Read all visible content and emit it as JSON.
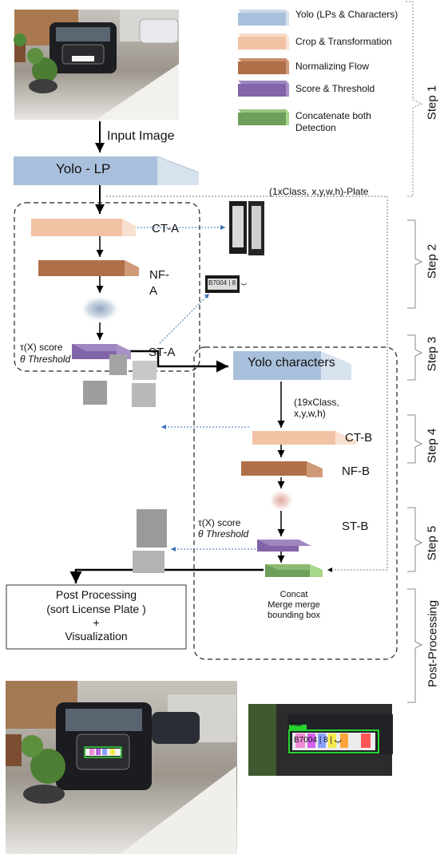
{
  "legend": [
    {
      "label": "Yolo (LPs & Characters)",
      "color": "#a9c0dc",
      "icon": "blue-block-icon"
    },
    {
      "label": "Crop & Transformation",
      "color": "#f2c2a4",
      "icon": "peach-block-icon"
    },
    {
      "label": "Normalizing Flow",
      "color": "#b06f48",
      "icon": "brown-block-icon"
    },
    {
      "label": "Score & Threshold",
      "color": "#8264a8",
      "icon": "purple-block-icon"
    },
    {
      "label": "Concatenate both Detection",
      "color": "#6f9f5a",
      "icon": "green-block-icon"
    }
  ],
  "labels": {
    "input_image": "Input Image",
    "yolo_lp": "Yolo - LP",
    "plate_output": "(1xClass, x,y,w,h)-Plate",
    "ct_a": "CT-A",
    "nf_a_line1": "NF-",
    "nf_a_line2": "A",
    "score_a": "τ(X) score",
    "threshold_a": "θ Threshold",
    "st_a": "ST-A",
    "yolo_chars": "Yolo characters",
    "char_output_line1": "(19xClass,",
    "char_output_line2": "x,y,w,h)",
    "ct_b": "CT-B",
    "nf_b": "NF-B",
    "score_b": "τ(X) score",
    "threshold_b": "θ Threshold",
    "st_b": "ST-B",
    "concat_line1": "Concat",
    "concat_line2": "Merge merge",
    "concat_line3": "bounding box",
    "post_line1": "Post Processing",
    "post_line2": "(sort License Plate )",
    "post_line3": "+",
    "post_line4": "Visualization"
  },
  "steps": [
    "Step 1",
    "Step 2",
    "Step 3",
    "Step 4",
    "Step 5",
    "Post-Processing"
  ],
  "images": {
    "plate_a": "B7004 | ب | 8",
    "plate_result_text": "B7004 | ب | 8",
    "plate_tag": "Plate"
  },
  "colors": {
    "yolo": "#a9c0dc",
    "crop": "#f2c2a4",
    "nf": "#b06f48",
    "score": "#8264a8",
    "concat": "#6f9f5a"
  }
}
